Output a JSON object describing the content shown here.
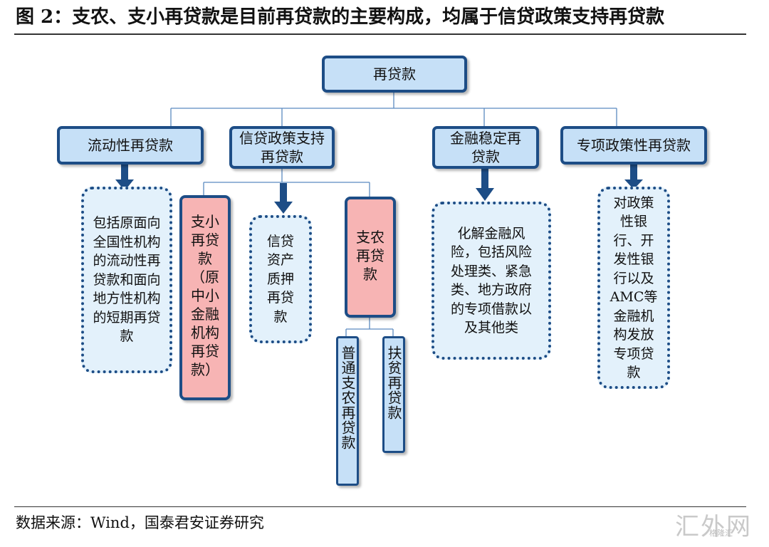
{
  "header": {
    "title": "图 2：支农、支小再贷款是目前再贷款的主要构成，均属于信贷政策支持再贷款"
  },
  "tree": {
    "root": "再贷款",
    "categories": {
      "liquidity": "流动性再贷款",
      "credit_policy": "信贷政策支持再贷款",
      "financial_stability": "金融稳定再贷款",
      "special": "专项政策性再贷款"
    },
    "details": {
      "liquidity": "包括原面向全国性机构的流动性再贷款和面向地方性机构的短期再贷款",
      "sme_relending": "支小再贷款（原中小金融机构再贷款）",
      "credit_asset_pledge": "信贷资产质押再贷款",
      "agri_relending": "支农再贷款",
      "general_agri": "普通支农再贷款",
      "poverty_relief": "扶贫再贷款",
      "financial_stability": "化解金融风险，包括风险处理类、紧急类、地方政府的专项借款以及其他类",
      "special": "对政策性银行、开发性银行以及AMC等金融机构发放专项贷款"
    }
  },
  "footer": {
    "source": "数据来源：Wind，国泰君安证券研究"
  },
  "watermark": {
    "brand": "汇外网",
    "sub": "格隆汇"
  },
  "colors": {
    "box_fill": "#c6e0f7",
    "box_border": "#1d4d86",
    "highlight_fill": "#f7b4b4",
    "detail_fill": "#e3f1fb",
    "connector": "#5a8ac0"
  }
}
